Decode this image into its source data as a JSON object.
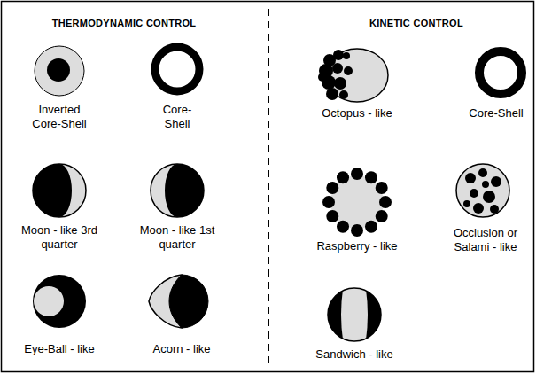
{
  "diagram": {
    "labels": [
      "THERMODYNAMIC CONTROL",
      "KINETIC CONTROL",
      "Inverted Core-Shell",
      "Core-Shell",
      "Moon - like 3rd quarter",
      "Moon - like 1st quarter",
      "Eye-Ball - like",
      "Acorn - like",
      "Octopus - like",
      "Core-Shell",
      "Raspberry - like",
      "Occlusion or Salami - like",
      "Sandwich - like"
    ]
  }
}
